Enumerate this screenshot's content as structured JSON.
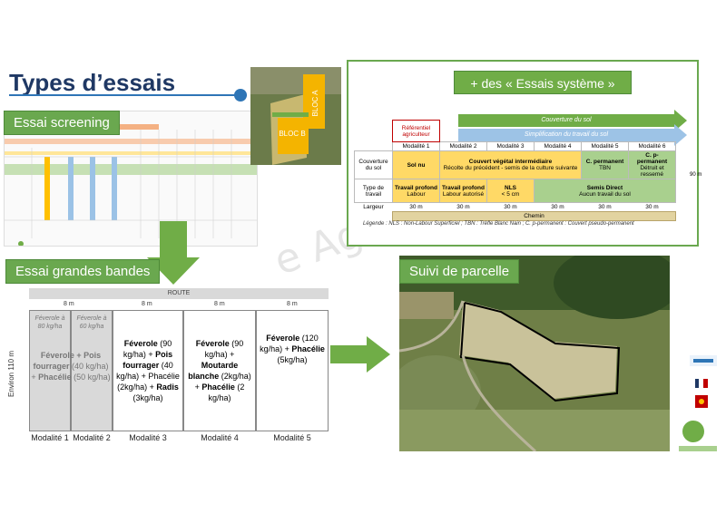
{
  "title": "Types d’essais",
  "screening": {
    "label": "Essai screening",
    "bloc_a": "BLOC A",
    "bloc_b": "BLOC B"
  },
  "systems": {
    "label": "+ des « Essais système »",
    "arrow_cover": "Couverture du sol",
    "arrow_simpl": "Simplification du travail du sol",
    "ref": "Référentiel agriculteur",
    "modalities": [
      "Modalité 1",
      "Modalité 2",
      "Modalité 3",
      "Modalité 4",
      "Modalité 5",
      "Modalité 6"
    ],
    "row_cover": "Couverture du sol",
    "row_work": "Type de travail",
    "row_width": "Largeur",
    "cover": {
      "m1": "Sol nu",
      "m234_title": "Couvert végétal intermédiaire",
      "m234_sub": "Récolte du précédent - semis de la culture suivante",
      "m5_title": "C. permanent",
      "m5_sub": "TBN",
      "m6_title": "C. p-permanent",
      "m6_sub": "Détruit et ressemé"
    },
    "work": {
      "m1_title": "Travail profond",
      "m1_sub": "Labour",
      "m2_title": "Travail profond",
      "m2_sub": "Labour autorisé",
      "m3_title": "NLS",
      "m3_sub": "< 5 cm",
      "m456_title": "Semis Direct",
      "m456_sub": "Aucun travail du sol"
    },
    "width": "30 m",
    "chemin": "Chemin",
    "height": "90 m",
    "legend": "Légende : NLS : Non-Labour Superficiel ; TBN : Trèfle Blanc Nain ; C. p-permanent : Couvert pseudo-permanent"
  },
  "bands": {
    "label": "Essai grandes bandes",
    "route": "ROUTE",
    "width": "8 m",
    "side": "Environ 110 m",
    "col1_top": "Féverole à 80 kg/ha",
    "col2_top": "Féverole à 60 kg/ha",
    "col12_a": "Féverole",
    "col12_b": " + Pois fourrager",
    "col12_c": " (40 kg/ha) + ",
    "col12_d": "Phacélie",
    "col12_e": " (50 kg/ha)",
    "col3_a": "Féverole",
    "col3_b": " (90 kg/ha) + ",
    "col3_c": "Pois fourrager",
    "col3_d": " (40 kg/ha) + Phacélie (2kg/ha) + ",
    "col3_e": "Radis",
    "col3_f": " (3kg/ha)",
    "col4_a": "Féverole",
    "col4_b": " (90 kg/ha) + ",
    "col4_c": "Moutarde blanche",
    "col4_d": " (2kg/ha) + ",
    "col4_e": "Phacélie",
    "col4_f": " (2 kg/ha)",
    "col5_a": "Féverole",
    "col5_b": " (120 kg/ha) + ",
    "col5_c": "Phacélie",
    "col5_d": " (5kg/ha)",
    "modalities": [
      "Modalité 1",
      "Modalité 2",
      "Modalité 3",
      "Modalité 4",
      "Modalité 5"
    ]
  },
  "parcel": {
    "label": "Suivi de parcelle"
  },
  "watermark": "e Agro",
  "colors": {
    "green": "#70ad47",
    "navy": "#1f3864",
    "blue": "#2e75b6",
    "ref_red": "#c00000",
    "yellow": "#ffd966",
    "lightgreen": "#a9d08e"
  }
}
